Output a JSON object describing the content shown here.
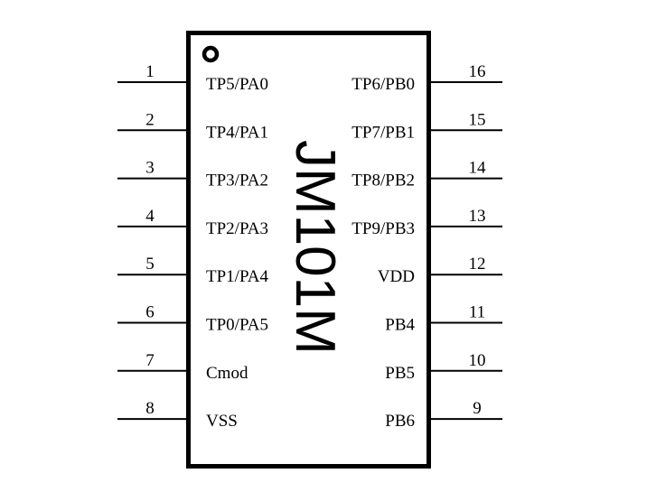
{
  "chip": {
    "part_number": "JM101M",
    "left_pins": [
      {
        "number": "1",
        "label": "TP5/PA0"
      },
      {
        "number": "2",
        "label": "TP4/PA1"
      },
      {
        "number": "3",
        "label": "TP3/PA2"
      },
      {
        "number": "4",
        "label": "TP2/PA3"
      },
      {
        "number": "5",
        "label": "TP1/PA4"
      },
      {
        "number": "6",
        "label": "TP0/PA5"
      },
      {
        "number": "7",
        "label": "Cmod"
      },
      {
        "number": "8",
        "label": "VSS"
      }
    ],
    "right_pins": [
      {
        "number": "16",
        "label": "TP6/PB0"
      },
      {
        "number": "15",
        "label": "TP7/PB1"
      },
      {
        "number": "14",
        "label": "TP8/PB2"
      },
      {
        "number": "13",
        "label": "TP9/PB3"
      },
      {
        "number": "12",
        "label": "VDD"
      },
      {
        "number": "11",
        "label": "PB4"
      },
      {
        "number": "10",
        "label": "PB5"
      },
      {
        "number": "9",
        "label": "PB6"
      }
    ]
  }
}
